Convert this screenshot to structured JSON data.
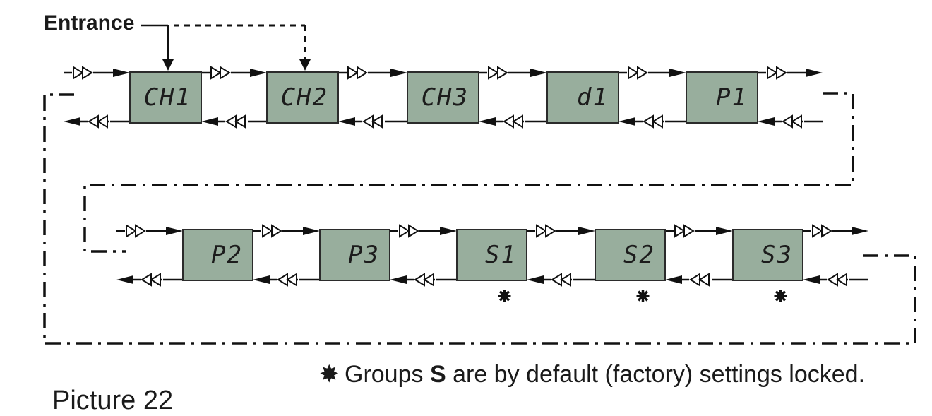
{
  "entrance_label": "Entrance",
  "rows": [
    {
      "items": [
        {
          "id": "ch1",
          "label": "CH1",
          "locked": false
        },
        {
          "id": "ch2",
          "label": "CH2",
          "locked": false
        },
        {
          "id": "ch3",
          "label": "CH3",
          "locked": false
        },
        {
          "id": "d1",
          "label": "d1",
          "locked": false
        },
        {
          "id": "p1",
          "label": "P1",
          "locked": false
        }
      ]
    },
    {
      "items": [
        {
          "id": "p2",
          "label": "P2",
          "locked": false
        },
        {
          "id": "p3",
          "label": "P3",
          "locked": false
        },
        {
          "id": "s1",
          "label": "S1",
          "locked": true
        },
        {
          "id": "s2",
          "label": "S2",
          "locked": true
        },
        {
          "id": "s3",
          "label": "S3",
          "locked": true
        }
      ]
    }
  ],
  "note": {
    "symbol": "✸",
    "prefix": "Groups ",
    "bold": "S",
    "suffix": " are by default (factory) settings locked."
  },
  "caption": "Picture 22",
  "colors": {
    "display_fill": "#98ae9d",
    "line": "#111111"
  }
}
